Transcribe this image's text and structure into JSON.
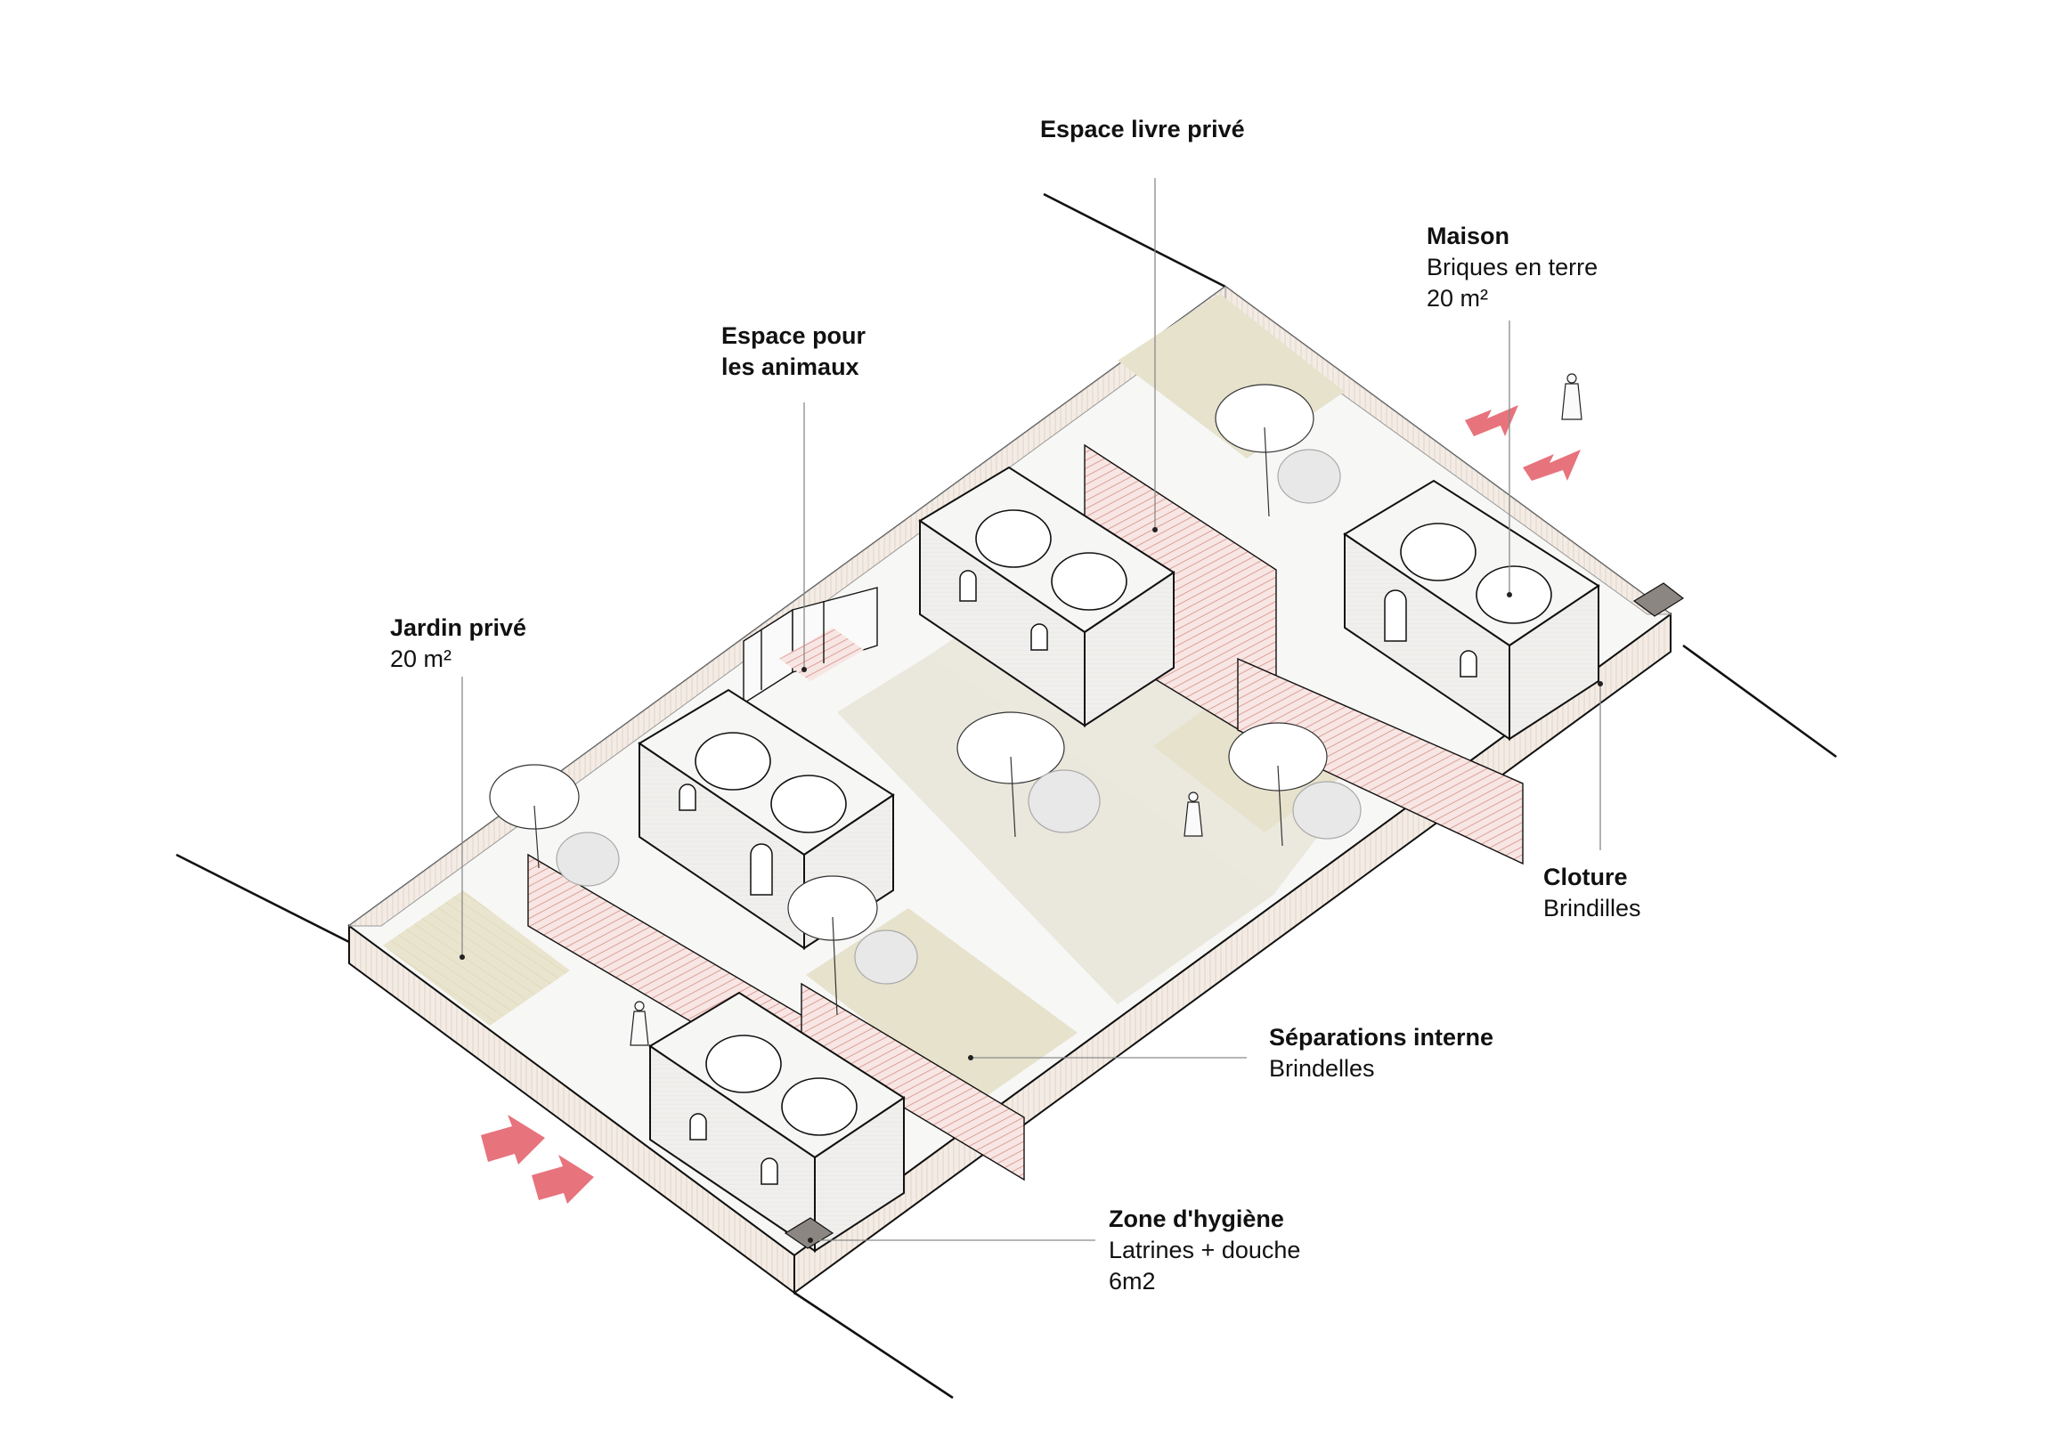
{
  "labels": {
    "espace_livre": {
      "title": "Espace livre privé"
    },
    "maison": {
      "title": "Maison",
      "line1": "Briques en terre",
      "line2": "20 m²"
    },
    "animaux": {
      "title_l1": "Espace pour",
      "title_l2": "les animaux"
    },
    "jardin": {
      "title": "Jardin privé",
      "line1": "20 m²"
    },
    "cloture": {
      "title": "Cloture",
      "line1": "Brindilles"
    },
    "separations": {
      "title": "Séparations interne",
      "line1": "Brindelles"
    },
    "hygiene": {
      "title": "Zone d'hygiène",
      "line1": "Latrines + douche",
      "line2": "6m2"
    }
  },
  "colors": {
    "garden": "#e6e2cc",
    "court": "#e9e6da",
    "fence": "#f1e9e0",
    "hatch": "#d88d87",
    "arrow": "#e7737c",
    "latrine": "#8c8682",
    "line": "#111111"
  },
  "icons": {
    "entrance_arrow": "entrance-arrow-icon",
    "tree": "tree-icon",
    "person": "person-icon"
  }
}
